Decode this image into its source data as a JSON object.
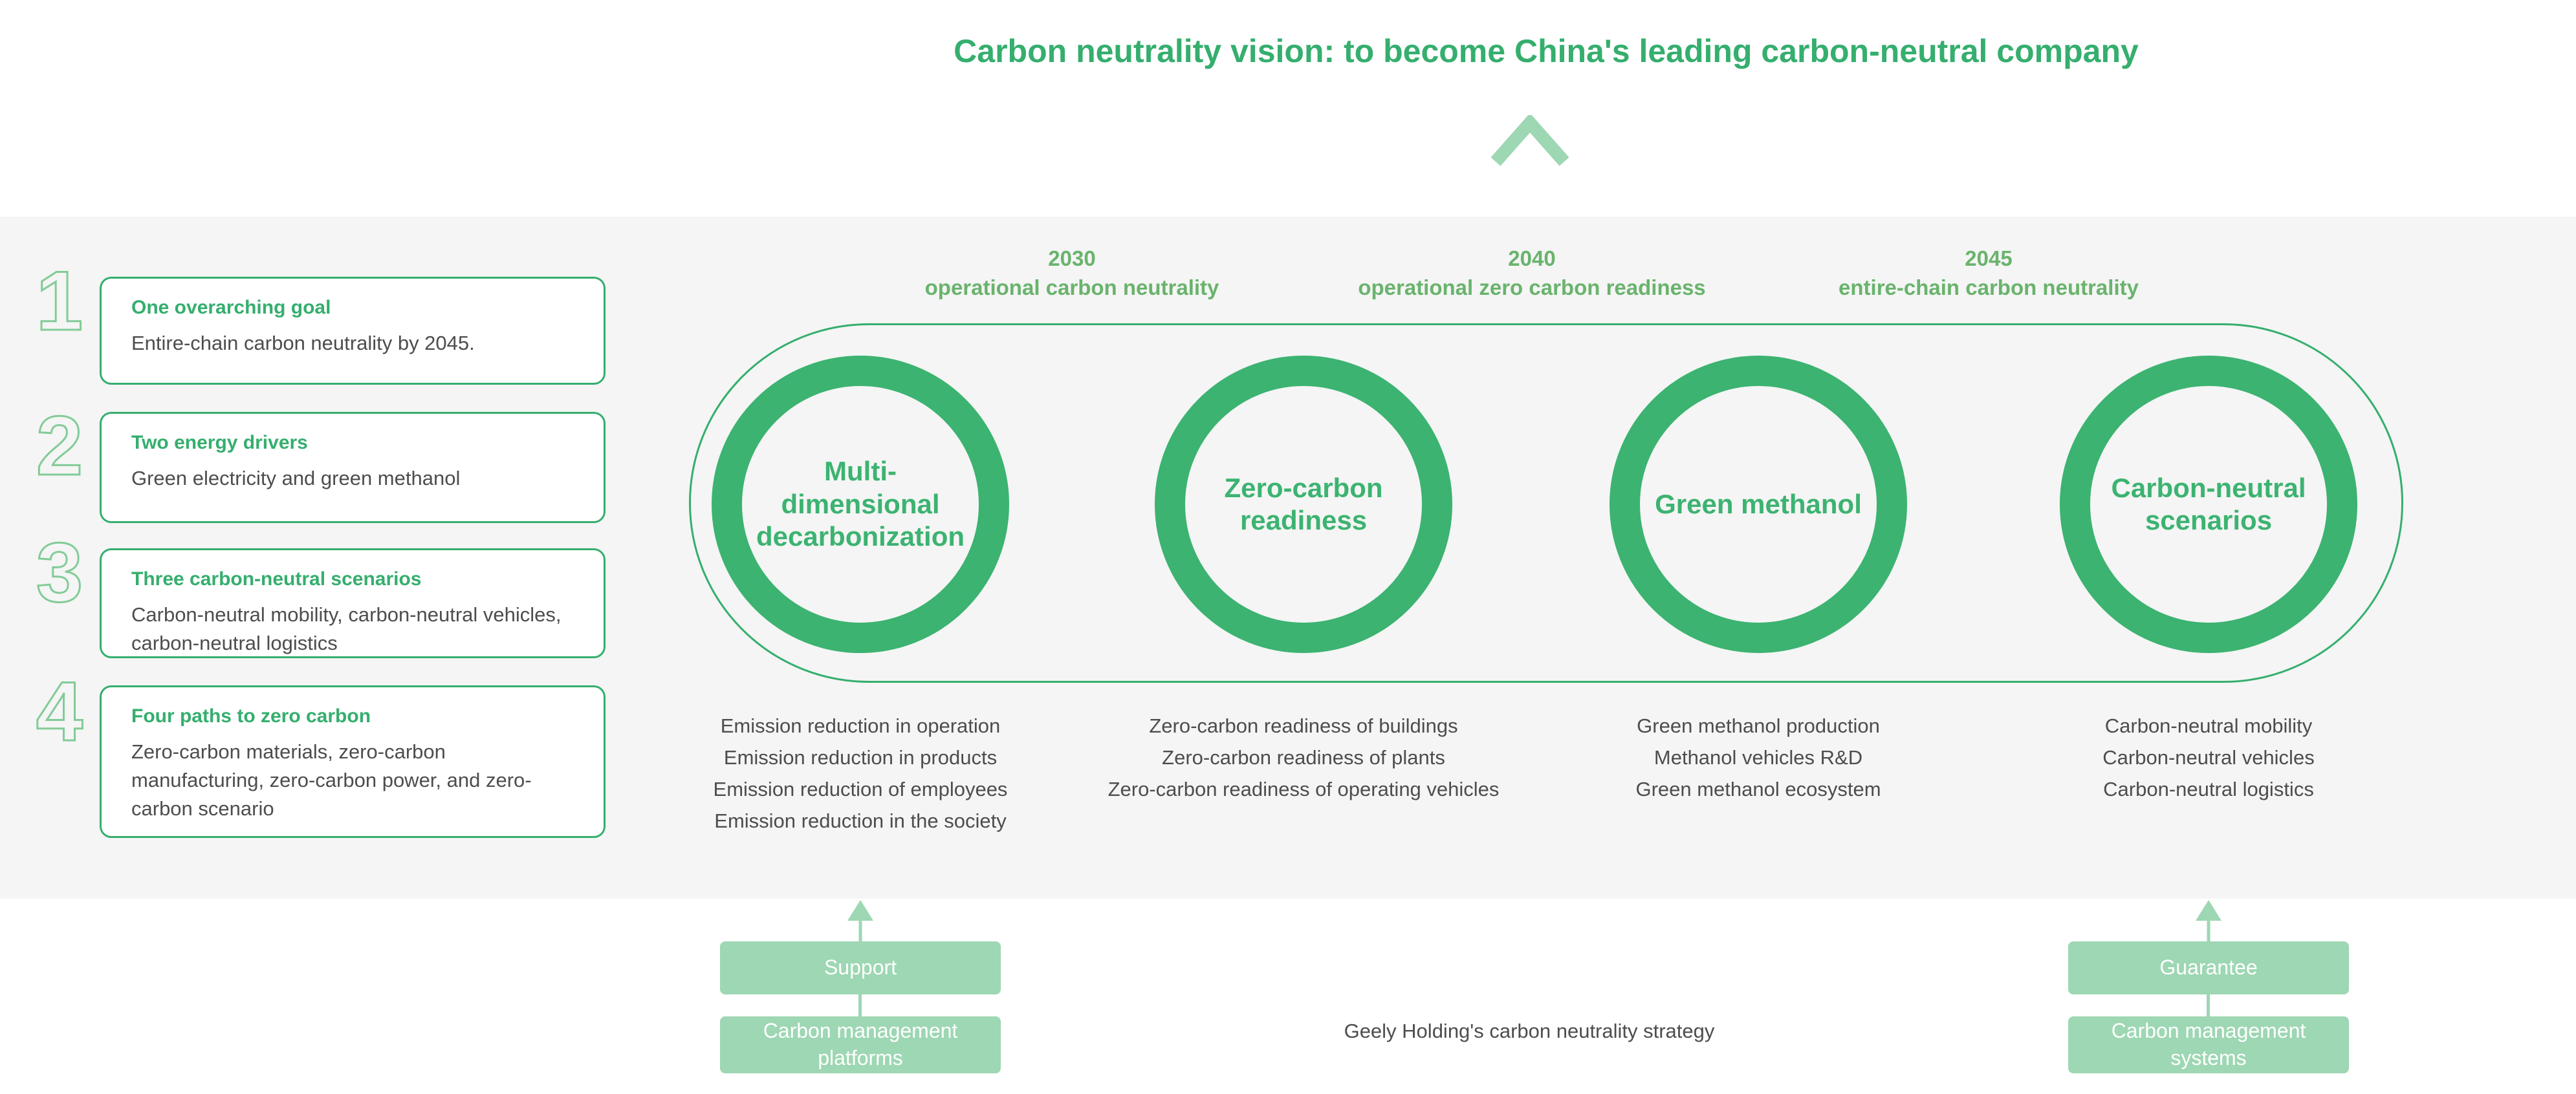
{
  "colors": {
    "green-primary": "#35ae6e",
    "green-ring": "#3cb371",
    "green-muted": "#6ab36d",
    "green-light": "#9dd7b3",
    "green-outline": "#82cb97",
    "band-gray": "#f4f5f4",
    "text-gray": "#4d4d4d"
  },
  "header": {
    "title": "Carbon neutrality vision: to become China's leading carbon-neutral company"
  },
  "goals": [
    {
      "number": "1",
      "title": "One overarching goal",
      "body": "Entire-chain carbon neutrality by 2045."
    },
    {
      "number": "2",
      "title": "Two energy drivers",
      "body": "Green electricity and green methanol"
    },
    {
      "number": "3",
      "title": "Three carbon-neutral scenarios",
      "body": "Carbon-neutral mobility, carbon-neutral vehicles, carbon-neutral logistics"
    },
    {
      "number": "4",
      "title": "Four paths to zero carbon",
      "body": "Zero-carbon materials, zero-carbon manufacturing, zero-carbon power, and zero-carbon scenario"
    }
  ],
  "milestones": [
    {
      "year": "2030",
      "label": "operational carbon neutrality"
    },
    {
      "year": "2040",
      "label": "operational zero carbon readiness"
    },
    {
      "year": "2045",
      "label": "entire-chain carbon neutrality"
    }
  ],
  "pillars": [
    {
      "circle_lines": [
        "Multi-",
        "dimensional",
        "decarbonization"
      ],
      "items": [
        "Emission reduction in operation",
        "Emission reduction in products",
        "Emission reduction of employees",
        "Emission reduction in the society"
      ]
    },
    {
      "circle_lines": [
        "Zero-carbon",
        "readiness"
      ],
      "items": [
        "Zero-carbon readiness of buildings",
        "Zero-carbon readiness of plants",
        "Zero-carbon readiness of operating vehicles"
      ]
    },
    {
      "circle_lines": [
        "Green methanol"
      ],
      "items": [
        "Green methanol production",
        "Methanol vehicles R&D",
        "Green methanol ecosystem"
      ]
    },
    {
      "circle_lines": [
        "Carbon-neutral",
        "scenarios"
      ],
      "items": [
        "Carbon-neutral mobility",
        "Carbon-neutral vehicles",
        "Carbon-neutral logistics"
      ]
    }
  ],
  "footer": {
    "left_flow": {
      "top_label": "Support",
      "bottom_label": "Carbon management platforms"
    },
    "right_flow": {
      "top_label": "Guarantee",
      "bottom_label": "Carbon management systems"
    },
    "caption": "Geely Holding's carbon neutrality strategy"
  }
}
